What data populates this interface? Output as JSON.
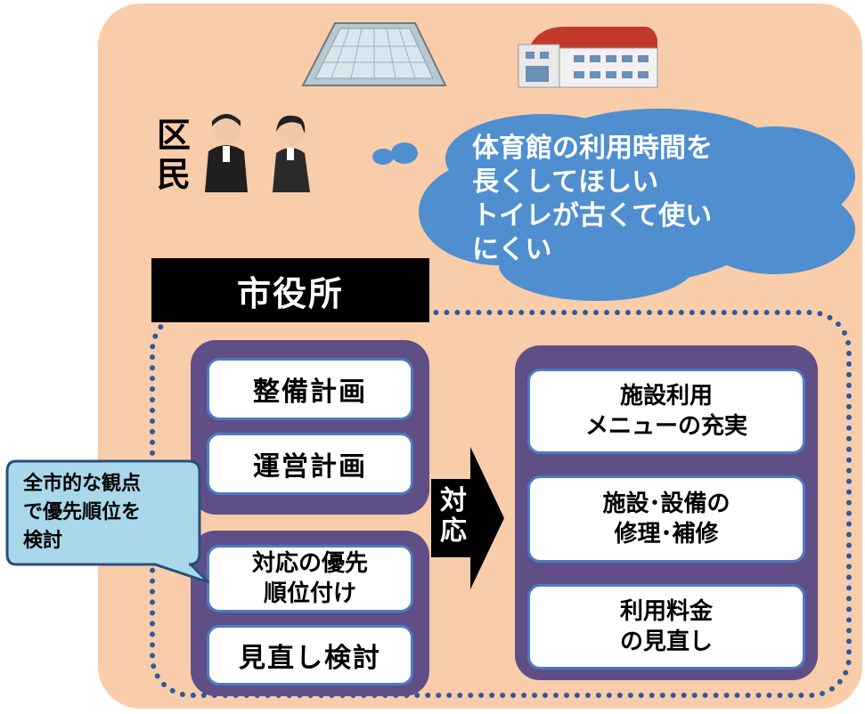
{
  "residents": {
    "label": "区民"
  },
  "thought_bubble": {
    "text": "体育館の利用時間を\n長くしてほしい\nトイレが古くて使い\nにくい"
  },
  "city_hall": {
    "title": "市役所"
  },
  "left_group": {
    "items": [
      {
        "label": "整備計画"
      },
      {
        "label": "運営計画"
      },
      {
        "label": "対応の優先\n順位付け"
      },
      {
        "label": "見直し検討"
      }
    ]
  },
  "arrow": {
    "label": "対応"
  },
  "right_group": {
    "items": [
      {
        "label": "施設利用\nメニューの充実"
      },
      {
        "label": "施設･設備の\n修理･補修"
      },
      {
        "label": "利用料金\nの見直し"
      }
    ]
  },
  "callout": {
    "text": "全市的な観点\nで優先順位を\n検討"
  },
  "icons": {
    "gymnasium": "gymnasium-icon",
    "school": "school-building-icon",
    "residents": "people-icon"
  },
  "colors": {
    "panel": "#f9ccaa",
    "group": "#5f4f86",
    "bubble": "#4f8fd0",
    "callout": "#a8d8ea",
    "dotted_border": "#2e5a9e"
  }
}
